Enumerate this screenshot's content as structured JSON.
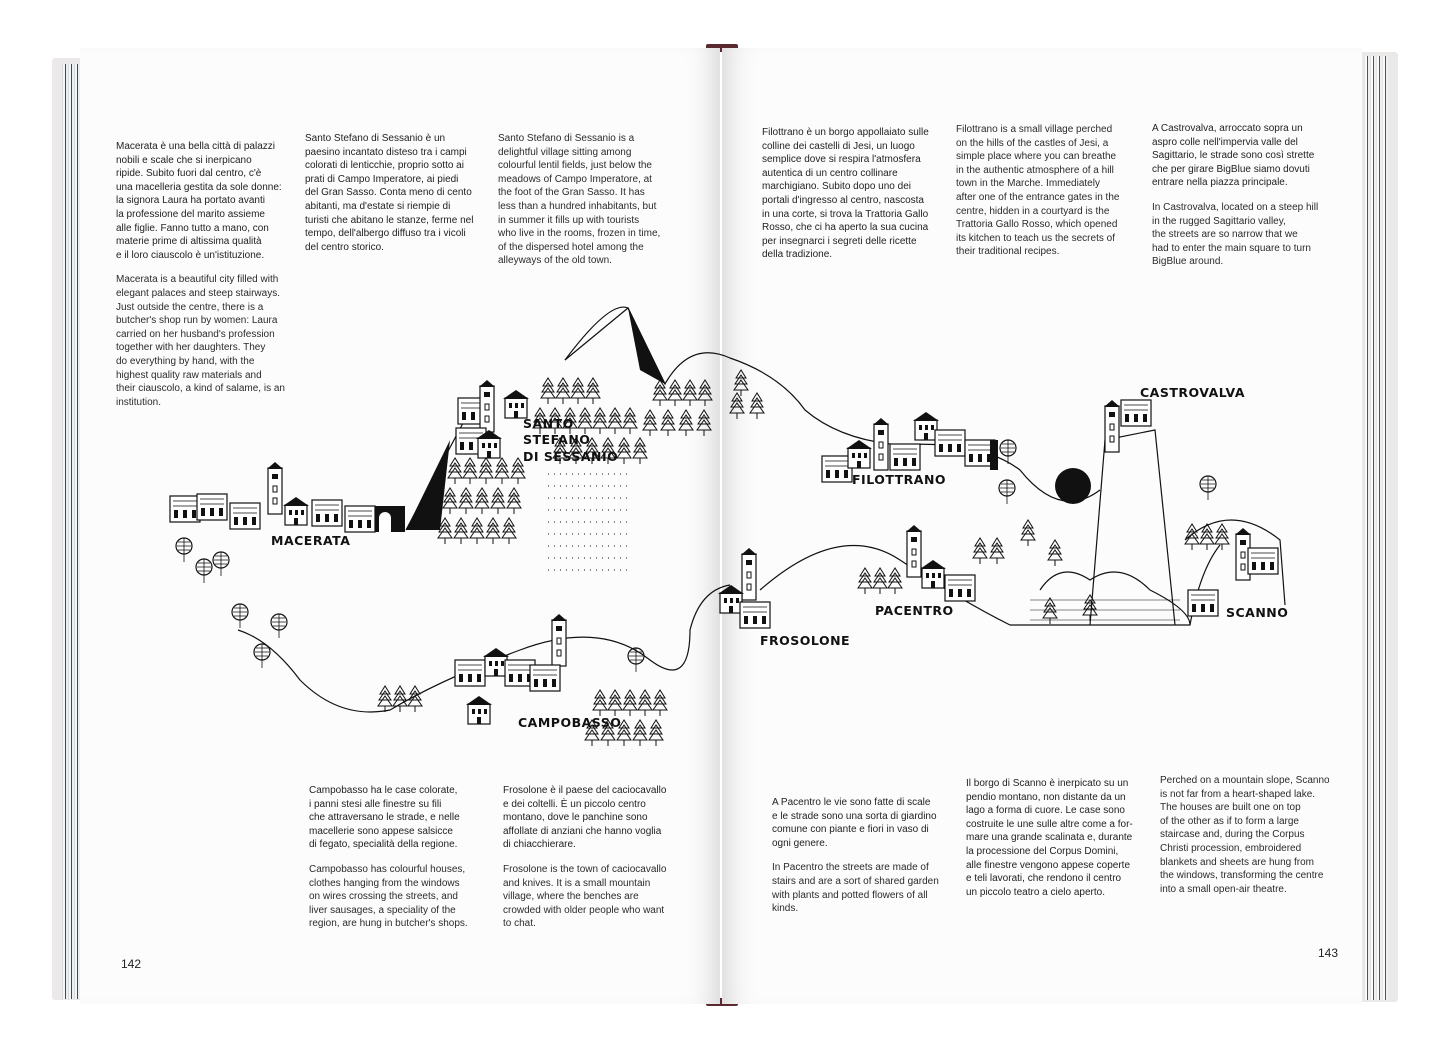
{
  "pages": {
    "left_number": "142",
    "right_number": "143"
  },
  "columns": {
    "macerata": {
      "it": "Macerata è una bella città di palazzi\nnobili e scale che si inerpicano\nripide. Subito fuori dal centro, c'è\nuna macelleria gestita da sole donne:\nla signora Laura ha portato avanti\nla professione del marito assieme\nalle figlie. Fanno tutto a mano, con\nmaterie prime di altissima qualità\ne il loro ciauscolo è un'istituzione.",
      "en": "Macerata is a beautiful city filled with\nelegant palaces and steep stairways.\nJust outside the centre, there is a\nbutcher's shop run by women: Laura\ncarried on her husband's profession\ntogether with her daughters. They\ndo everything by hand, with the\nhighest quality raw materials and\ntheir ciauscolo, a kind of salame, is an\ninstitution."
    },
    "santo_stefano_it": "Santo Stefano di Sessanio è un\npaesino incantato disteso tra i campi\ncolorati di lenticchie, proprio sotto ai\nprati di Campo Imperatore, ai piedi\ndel Gran Sasso. Conta meno di cento\nabitanti, ma d'estate si riempie di\nturisti che abitano le stanze, ferme nel\ntempo, dell'albergo diffuso tra i vicoli\ndel centro storico.",
    "santo_stefano_en": "Santo Stefano di Sessanio is a\ndelightful village sitting among\ncolourful lentil fields, just below the\nmeadows of Campo Imperatore, at\nthe foot of the Gran Sasso. It has\nless than a hundred inhabitants, but\nin summer it fills up with tourists\nwho live in the rooms, frozen in time,\nof the dispersed hotel among the\nalleyways of the old town.",
    "filottrano_it": "Filottrano è un borgo appollaiato sulle\ncolline dei castelli di Jesi, un luogo\nsemplice dove si respira l'atmosfera\nautentica di un centro collinare\nmarchigiano. Subito dopo uno dei\nportali d'ingresso al centro, nascosta\nin una corte, si trova la Trattoria Gallo\nRosso, che ci ha aperto la sua cucina\nper insegnarci i segreti delle ricette\ndella tradizione.",
    "filottrano_en": "Filottrano is a small village perched\non the hills of the castles of Jesi, a\nsimple place where you can breathe\nin the authentic atmosphere of a hill\ntown in the Marche. Immediately\nafter one of the entrance gates in the\ncentre, hidden in a courtyard is the\nTrattoria Gallo Rosso, which opened\nits kitchen to teach us the secrets of\ntheir traditional recipes.",
    "castrovalva": {
      "it": "A Castrovalva, arroccato sopra un\naspro colle nell'impervia valle del\nSagittario, le strade sono così strette\nche per girare BigBlue siamo dovuti\nentrare nella piazza principale.",
      "en": "In Castrovalva, located on a steep hill\nin the rugged Sagittario valley,\nthe streets are so narrow that we\nhad to enter the main square to turn\nBigBlue around."
    },
    "campobasso": {
      "it": "Campobasso ha le case colorate,\ni panni stesi alle finestre su fili\nche attraversano le strade, e nelle\nmacellerie sono appese salsicce\ndi fegato, specialità della regione.",
      "en": "Campobasso has colourful houses,\nclothes hanging from the windows\non wires crossing the streets, and\nliver sausages, a speciality of the\nregion, are hung in butcher's shops."
    },
    "frosolone": {
      "it": "Frosolone è il paese del caciocavallo\ne dei coltelli. È un piccolo centro\nmontano, dove le panchine sono\naffollate di anziani che hanno voglia\ndi chiacchierare.",
      "en": "Frosolone is the town of caciocavallo\nand knives. It is a small mountain\nvillage, where the benches are\ncrowded with older people who want\nto chat."
    },
    "pacentro": {
      "it": "A Pacentro le vie sono fatte di scale\ne le strade sono una sorta di giardino\ncomune con piante e fiori in vaso di\nogni genere.",
      "en": "In Pacentro the streets are made of\nstairs and are a sort of shared garden\nwith plants and potted flowers of all\nkinds."
    },
    "scanno_it": "Il borgo di Scanno è inerpicato su un\npendio montano, non distante da un\nlago a forma di cuore. Le case sono\ncostruite le une sulle altre come a for-\nmare una grande scalinata e, durante\nla processione del Corpus Domini,\nalle finestre vengono appese coperte\ne teli lavorati, che rendono il centro\nun piccolo teatro a cielo aperto.",
    "scanno_en": "Perched on a mountain slope, Scanno\nis not far from a heart-shaped lake.\nThe houses are built one on top\nof the other as if to form a large\nstaircase and, during the Corpus\nChristi procession, embroidered\nblankets and sheets are hung from\nthe windows, transforming the centre\ninto a small open-air theatre."
  },
  "map_labels": {
    "macerata": "MACERATA",
    "santo_stefano_1": "SANTO",
    "santo_stefano_2": "STEFANO",
    "santo_stefano_3": "DI SESSANIO",
    "filottrano": "FILOTTRANO",
    "castrovalva": "CASTROVALVA",
    "pacentro": "PACENTRO",
    "scanno": "SCANNO",
    "frosolone": "FROSOLONE",
    "campobasso": "CAMPOBASSO"
  }
}
